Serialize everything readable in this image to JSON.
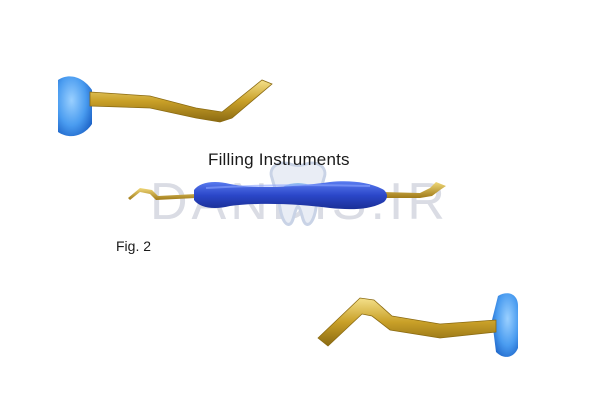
{
  "caption": {
    "title": "Filling Instruments",
    "figure_label": "Fig. 2"
  },
  "watermark": {
    "text": "DANDIS.IR"
  },
  "colors": {
    "handle_blue": "#3b82e6",
    "handle_deep_blue": "#2b47c9",
    "gold": "#c9a028",
    "gold_light": "#f0d878",
    "watermark": "#dadce4",
    "text": "#1a1a1a"
  },
  "icons": {
    "watermark_logo": "tooth-icon"
  }
}
